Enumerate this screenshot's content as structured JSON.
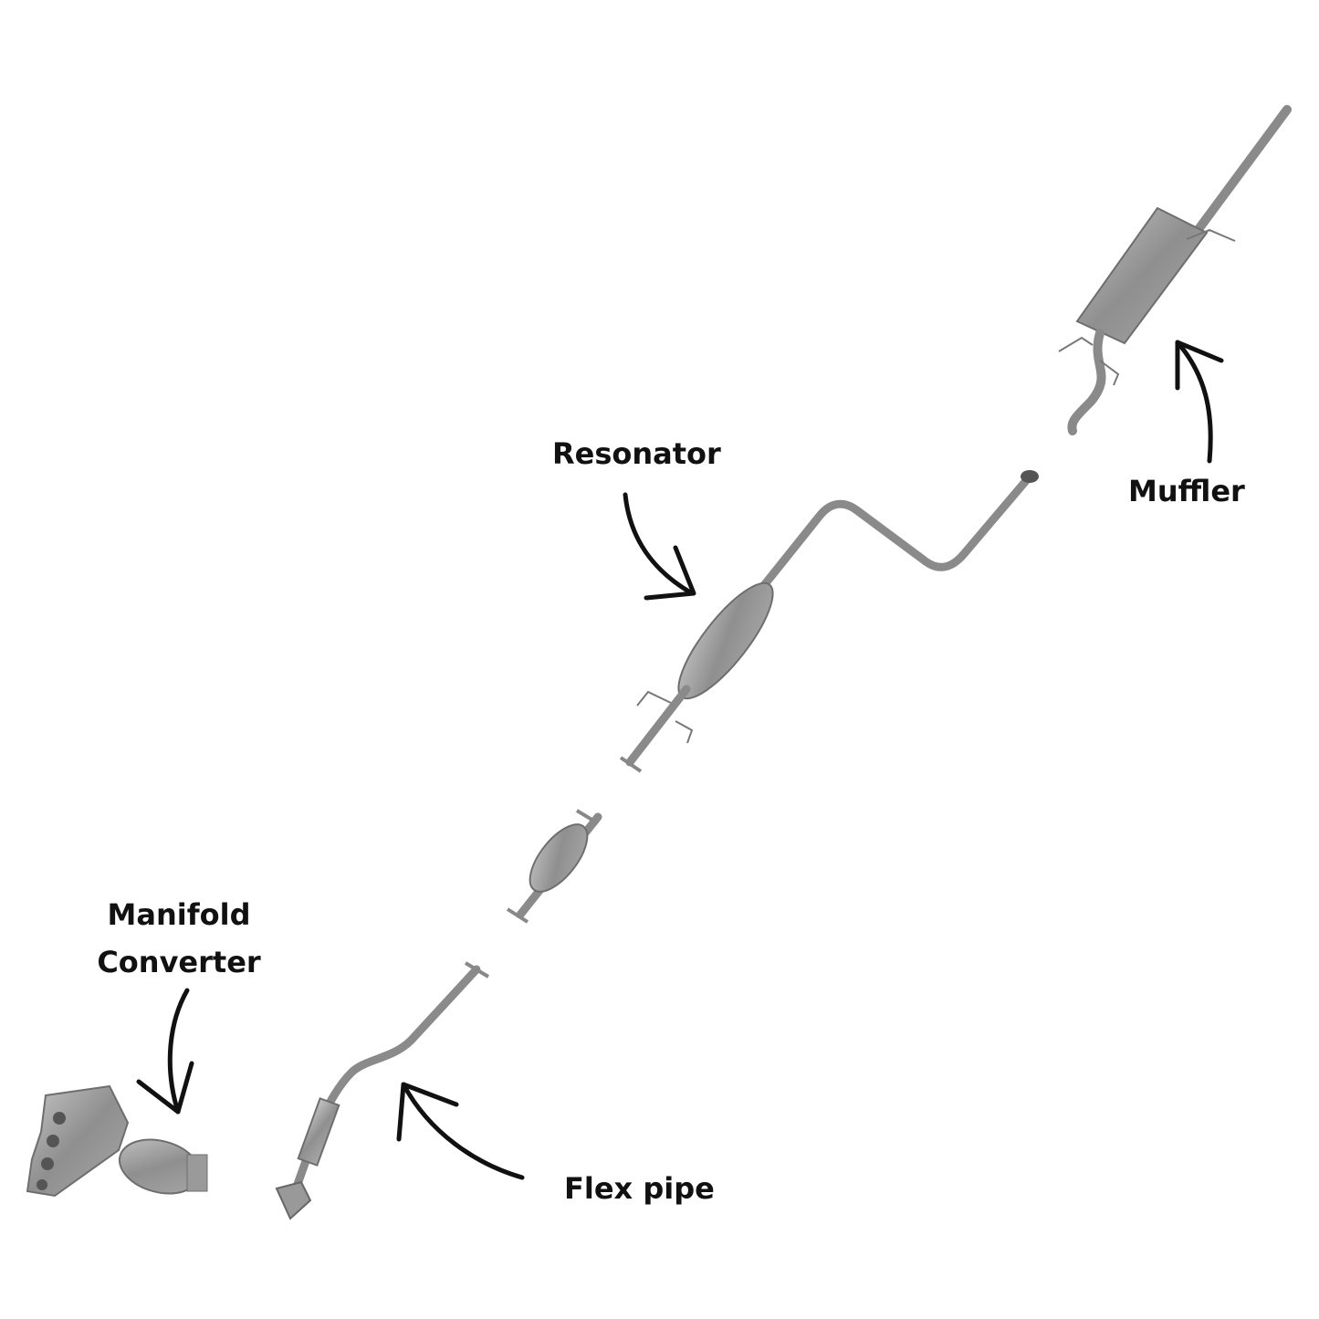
{
  "labels": {
    "resonator": "Resonator",
    "muffler": "Muffler",
    "manifold_line1": "Manifold",
    "manifold_line2": "Converter",
    "flex_pipe": "Flex pipe"
  },
  "colors": {
    "part_fill": "#9a9a9a",
    "part_stroke": "#6e6e6e",
    "arrow": "#111111"
  }
}
